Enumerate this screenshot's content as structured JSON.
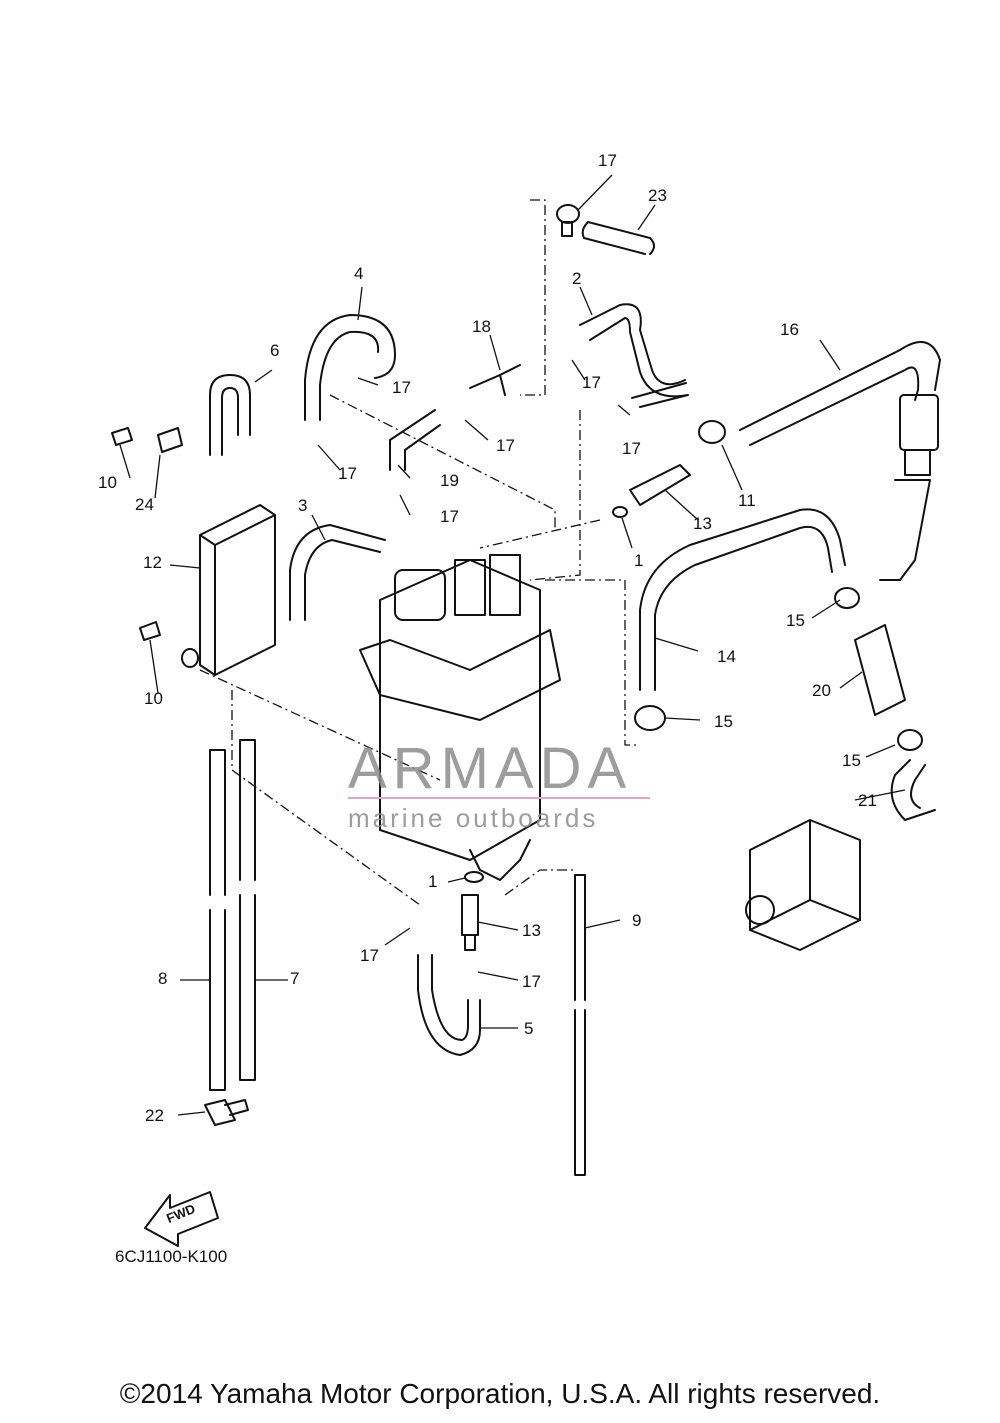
{
  "callouts": [
    "1",
    "2",
    "3",
    "4",
    "5",
    "6",
    "7",
    "8",
    "9",
    "10",
    "11",
    "12",
    "13",
    "14",
    "15",
    "16",
    "17",
    "18",
    "19",
    "20",
    "21",
    "22",
    "23",
    "24"
  ],
  "fwd_label": "FWD",
  "part_code": "6CJ1100-K100",
  "watermark": {
    "title": "ARMADA",
    "subtitle": "marine outboards",
    "accent_color": "#e7a3c6"
  },
  "copyright": "©2014 Yamaha Motor Corporation, U.S.A. All rights reserved."
}
